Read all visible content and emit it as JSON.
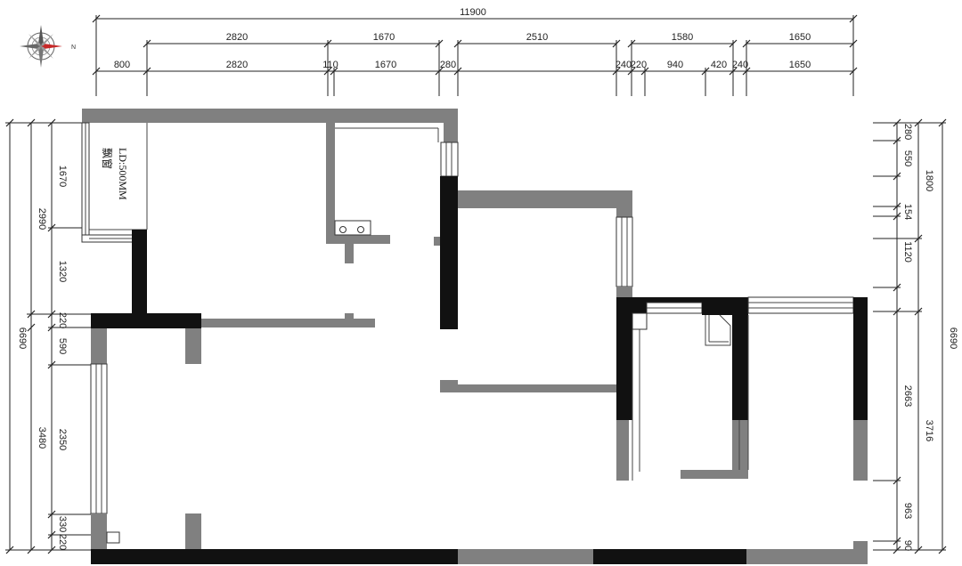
{
  "compass": {
    "north_label": "N"
  },
  "room_label": {
    "line1": "LD:500MM",
    "line2": "飘窗"
  },
  "top_overall": "11900",
  "top_row2": [
    "2820",
    "1670",
    "2510",
    "1580",
    "1650"
  ],
  "top_row3": [
    "800",
    "2820",
    "110",
    "1670",
    "280",
    "240",
    "220",
    "940",
    "420",
    "240",
    "1650"
  ],
  "left_overall": "6690",
  "left_row2": [
    "2990",
    "3480"
  ],
  "left_row3": [
    "1670",
    "1320",
    "220",
    "590",
    "2350",
    "330",
    "220"
  ],
  "right_overall": "6690",
  "right_row2": [
    "1800",
    "3716"
  ],
  "right_row3": [
    "280",
    "550",
    "154",
    "1120",
    "2663",
    "963",
    "90"
  ]
}
